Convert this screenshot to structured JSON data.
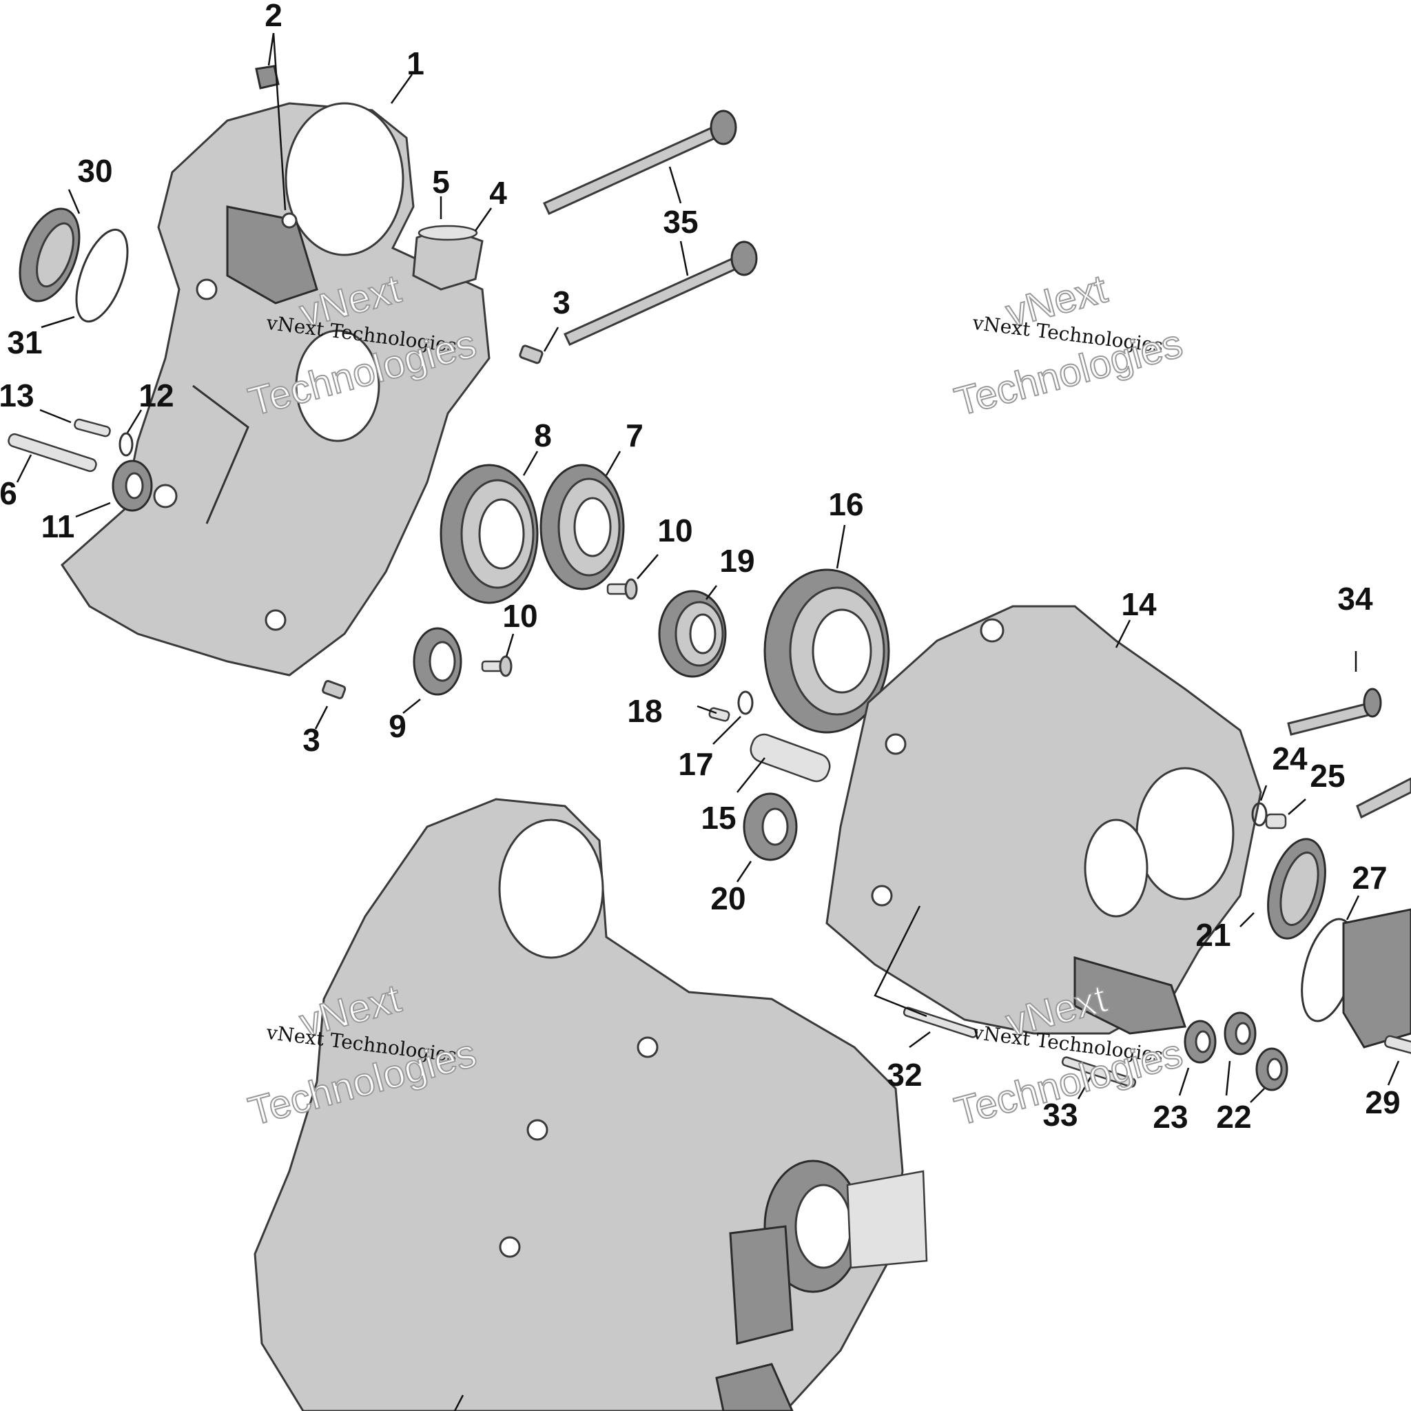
{
  "watermark": {
    "line1": "vNext",
    "line2": "vNext Technologies",
    "line3": "Technologies"
  },
  "callouts": [
    {
      "id": "1",
      "label": "1"
    },
    {
      "id": "2",
      "label": "2"
    },
    {
      "id": "3a",
      "label": "3"
    },
    {
      "id": "3b",
      "label": "3"
    },
    {
      "id": "4",
      "label": "4"
    },
    {
      "id": "5",
      "label": "5"
    },
    {
      "id": "6",
      "label": "6"
    },
    {
      "id": "7",
      "label": "7"
    },
    {
      "id": "8",
      "label": "8"
    },
    {
      "id": "9",
      "label": "9"
    },
    {
      "id": "10a",
      "label": "10"
    },
    {
      "id": "10b",
      "label": "10"
    },
    {
      "id": "11",
      "label": "11"
    },
    {
      "id": "12",
      "label": "12"
    },
    {
      "id": "13",
      "label": "13"
    },
    {
      "id": "14",
      "label": "14"
    },
    {
      "id": "15",
      "label": "15"
    },
    {
      "id": "16",
      "label": "16"
    },
    {
      "id": "17",
      "label": "17"
    },
    {
      "id": "18",
      "label": "18"
    },
    {
      "id": "19",
      "label": "19"
    },
    {
      "id": "20",
      "label": "20"
    },
    {
      "id": "21",
      "label": "21"
    },
    {
      "id": "22",
      "label": "22"
    },
    {
      "id": "23",
      "label": "23"
    },
    {
      "id": "24",
      "label": "24"
    },
    {
      "id": "25",
      "label": "25"
    },
    {
      "id": "27",
      "label": "27"
    },
    {
      "id": "29",
      "label": "29"
    },
    {
      "id": "30",
      "label": "30"
    },
    {
      "id": "31",
      "label": "31"
    },
    {
      "id": "32",
      "label": "32"
    },
    {
      "id": "33",
      "label": "33"
    },
    {
      "id": "34",
      "label": "34"
    },
    {
      "id": "35",
      "label": "35"
    }
  ]
}
